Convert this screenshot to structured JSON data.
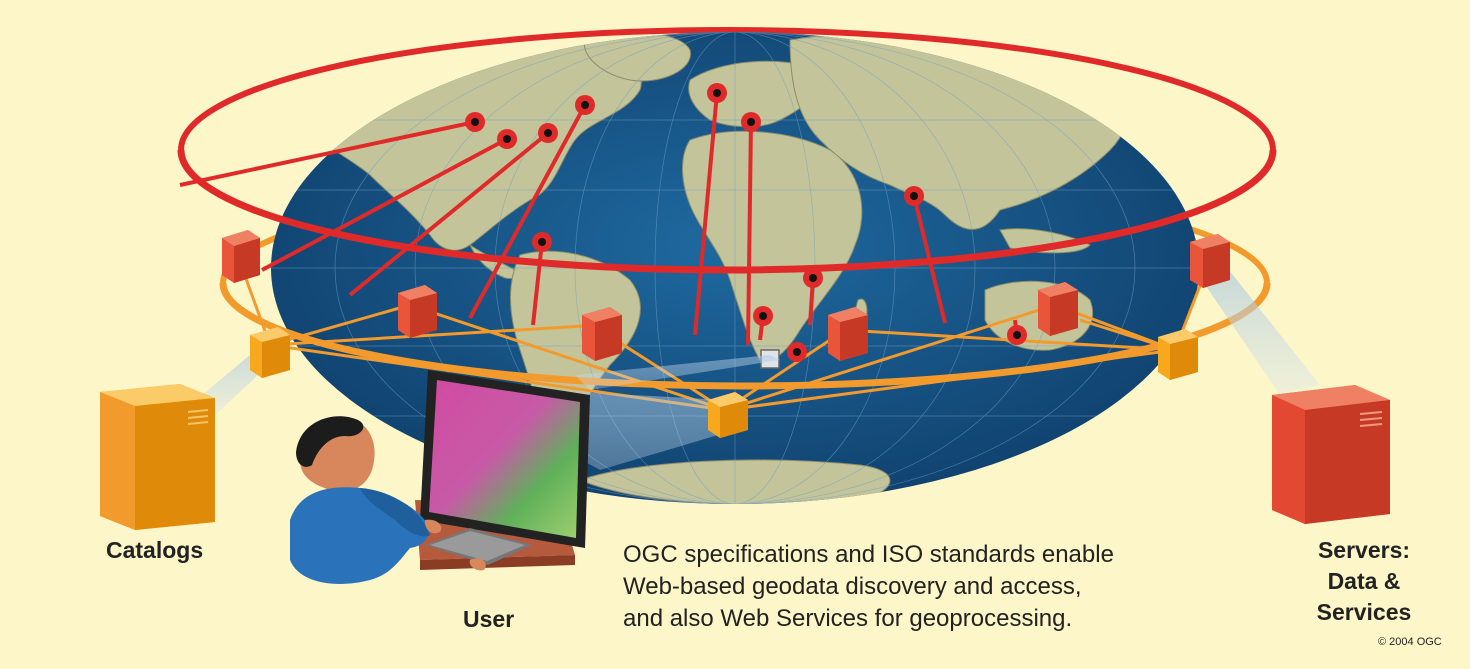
{
  "labels": {
    "catalogs": "Catalogs",
    "user": "User",
    "servers_line1": "Servers:",
    "servers_line2": "Data & Services"
  },
  "caption": {
    "line1": "OGC specifications and ISO standards enable",
    "line2": "Web-based geodata discovery and access,",
    "line3": "and also Web Services for geoprocessing."
  },
  "copyright": "© 2004 OGC",
  "colors": {
    "background": "#fdf6c8",
    "ocean": "#15507f",
    "land": "#c4c49a",
    "server_ring": "#e02a2a",
    "catalog_ring": "#f39a2c",
    "server_box": "#e8553a",
    "catalog_box": "#f7a81d",
    "user_shirt": "#2a72b9"
  },
  "icons": [
    "world-map-icon",
    "server-icon",
    "catalog-icon",
    "user-workstation-icon",
    "location-pin-icon"
  ]
}
